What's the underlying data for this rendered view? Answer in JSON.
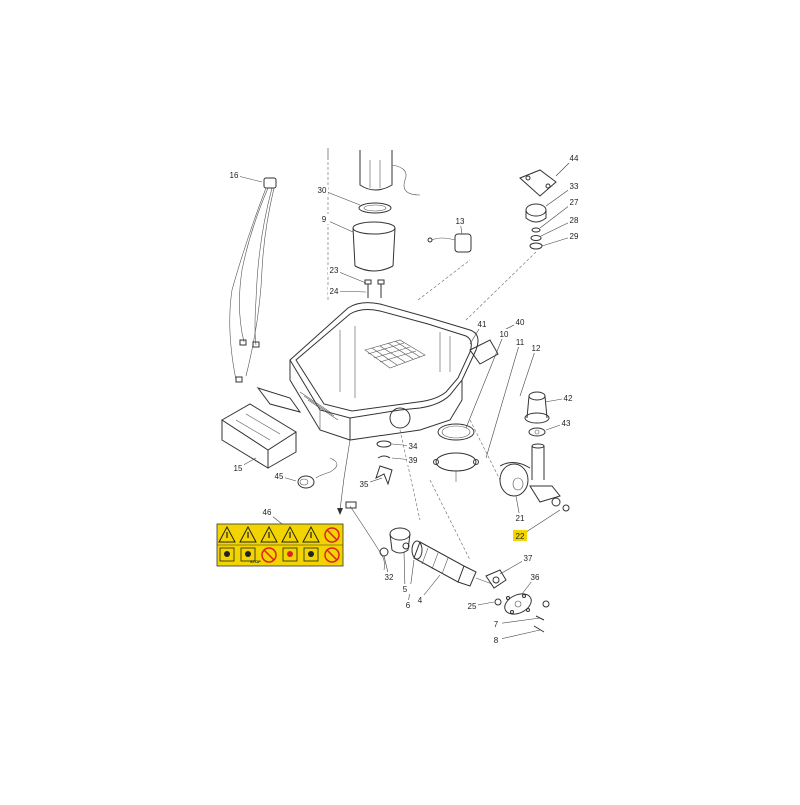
{
  "callouts": [
    {
      "id": "16",
      "label": "16"
    },
    {
      "id": "30",
      "label": "30"
    },
    {
      "id": "9",
      "label": "9"
    },
    {
      "id": "13",
      "label": "13"
    },
    {
      "id": "23",
      "label": "23"
    },
    {
      "id": "24",
      "label": "24"
    },
    {
      "id": "44",
      "label": "44"
    },
    {
      "id": "33",
      "label": "33"
    },
    {
      "id": "27",
      "label": "27"
    },
    {
      "id": "28",
      "label": "28"
    },
    {
      "id": "29",
      "label": "29"
    },
    {
      "id": "41",
      "label": "41"
    },
    {
      "id": "40",
      "label": "40"
    },
    {
      "id": "10",
      "label": "10"
    },
    {
      "id": "11",
      "label": "11"
    },
    {
      "id": "12",
      "label": "12"
    },
    {
      "id": "42",
      "label": "42"
    },
    {
      "id": "43",
      "label": "43"
    },
    {
      "id": "34",
      "label": "34"
    },
    {
      "id": "39",
      "label": "39"
    },
    {
      "id": "15",
      "label": "15"
    },
    {
      "id": "45",
      "label": "45"
    },
    {
      "id": "35",
      "label": "35"
    },
    {
      "id": "46",
      "label": "46"
    },
    {
      "id": "21",
      "label": "21"
    },
    {
      "id": "22",
      "label": "22",
      "highlight": true
    },
    {
      "id": "32",
      "label": "32"
    },
    {
      "id": "5",
      "label": "5"
    },
    {
      "id": "6",
      "label": "6"
    },
    {
      "id": "4",
      "label": "4"
    },
    {
      "id": "37",
      "label": "37"
    },
    {
      "id": "36",
      "label": "36"
    },
    {
      "id": "25",
      "label": "25"
    },
    {
      "id": "7",
      "label": "7"
    },
    {
      "id": "8",
      "label": "8"
    }
  ],
  "warning_label": {
    "row1": [
      "warning-triangle-icon",
      "manual-icon",
      "blade-hazard-icon",
      "foot-hazard-icon",
      "hand-hazard-icon",
      "no-children-icon"
    ],
    "row2": [
      "read-manual-icon",
      "stop-icon",
      "no-riding-icon",
      "fire-icon",
      "distance-icon",
      "no-hands-icon"
    ],
    "stop_text": "STOP",
    "background": "#f2d400"
  },
  "colors": {
    "label_yellow": "#f2d400",
    "highlight_yellow": "#f2d400",
    "line": "#333333"
  }
}
